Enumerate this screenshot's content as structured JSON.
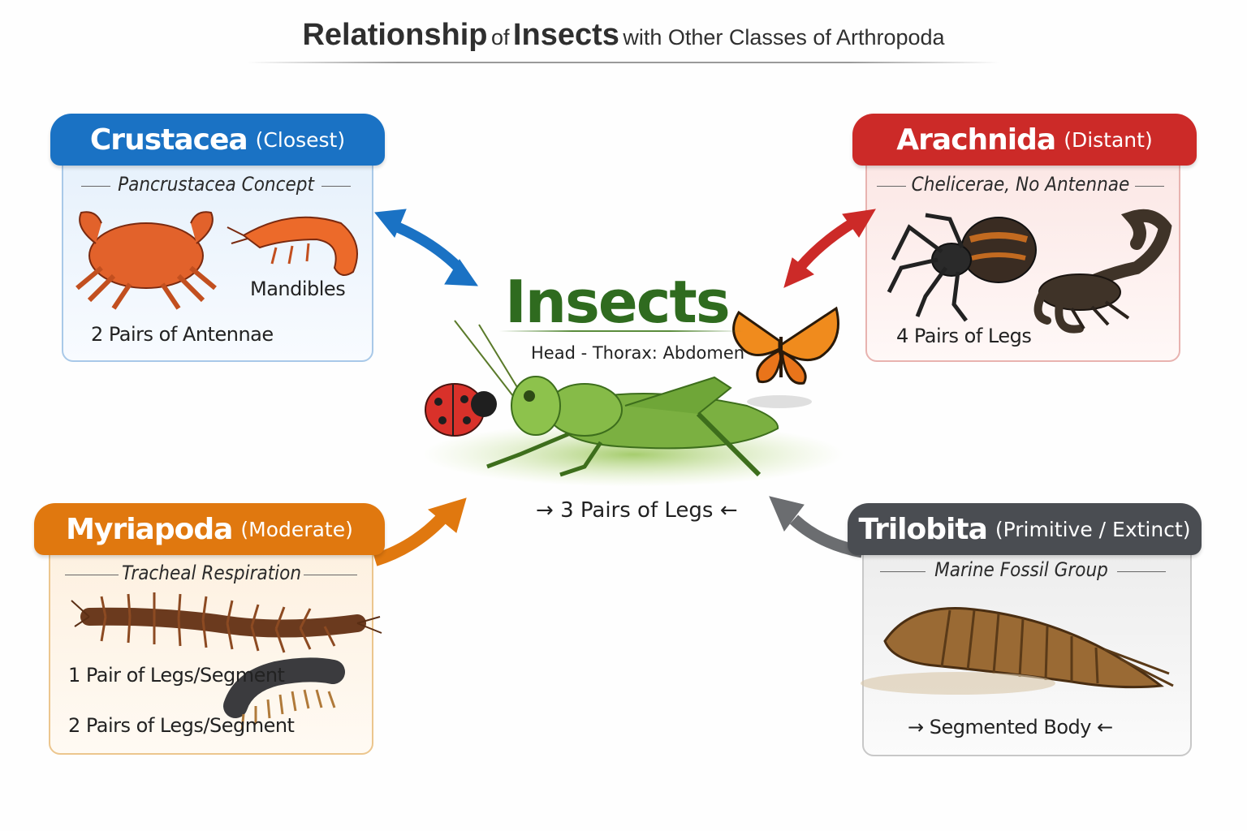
{
  "title": {
    "part1": "Relationship",
    "part2": "of",
    "part3": "Insects",
    "part4": "with Other Classes of Arthropoda"
  },
  "center": {
    "name": "Insects",
    "body_parts": "Head - Thorax: Abdomen",
    "legs": "3 Pairs of Legs",
    "color": "#2f6b1f"
  },
  "cards": {
    "crustacea": {
      "name": "Crustacea",
      "qualifier": "(Closest)",
      "subtitle": "Pancrustacea Concept",
      "labels": [
        "Mandibles",
        "2 Pairs of Antennae"
      ],
      "color": "#1a72c4",
      "icons": [
        "crab-icon",
        "shrimp-icon"
      ]
    },
    "arachnida": {
      "name": "Arachnida",
      "qualifier": "(Distant)",
      "subtitle": "Chelicerae, No Antennae",
      "labels": [
        "4 Pairs of Legs"
      ],
      "color": "#cc2a28",
      "icons": [
        "spider-icon",
        "scorpion-icon"
      ]
    },
    "myriapoda": {
      "name": "Myriapoda",
      "qualifier": "(Moderate)",
      "subtitle": "Tracheal Respiration",
      "labels": [
        "1 Pair of Legs/Segment",
        "2 Pairs of Legs/Segment"
      ],
      "color": "#e0780f",
      "icons": [
        "centipede-icon",
        "millipede-icon"
      ]
    },
    "trilobita": {
      "name": "Trilobita",
      "qualifier": "(Primitive / Extinct)",
      "subtitle": "Marine Fossil Group",
      "labels": [
        "Segmented Body"
      ],
      "color": "#4a4d52",
      "icons": [
        "trilobite-icon"
      ]
    }
  }
}
